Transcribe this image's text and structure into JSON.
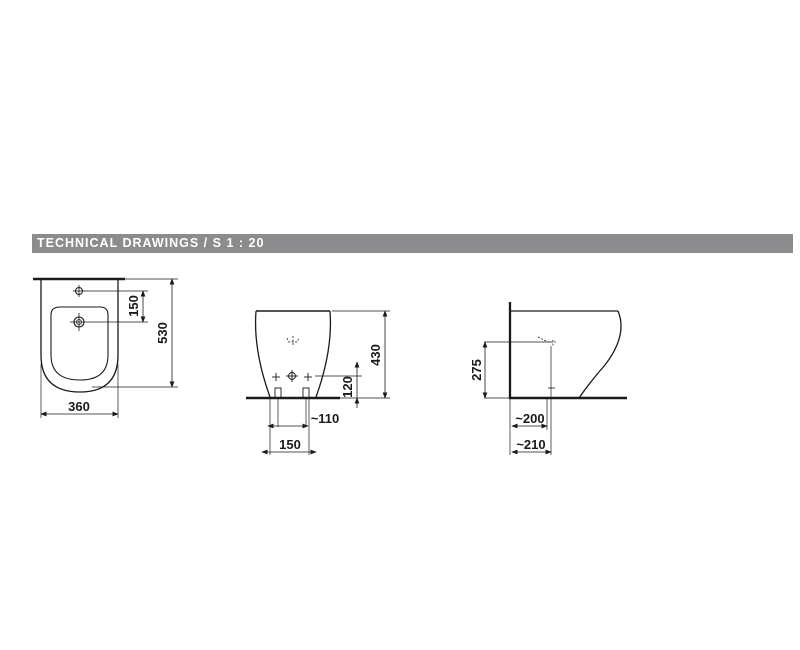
{
  "header": {
    "title": "TECHNICAL DRAWINGS / S 1 : 20"
  },
  "colors": {
    "header_bg": "#8c8c8f",
    "header_text": "#ffffff",
    "line": "#1a1a1a"
  },
  "views": {
    "top": {
      "dims": {
        "height_total": "530",
        "hole_offset": "150",
        "width": "360"
      }
    },
    "front": {
      "dims": {
        "height": "430",
        "inlet_height": "120",
        "fixing_distance": "~110",
        "width_spacing": "150"
      }
    },
    "side": {
      "dims": {
        "wall_height": "275",
        "inlet_distance": "~200",
        "outlet_distance": "~210"
      }
    }
  }
}
